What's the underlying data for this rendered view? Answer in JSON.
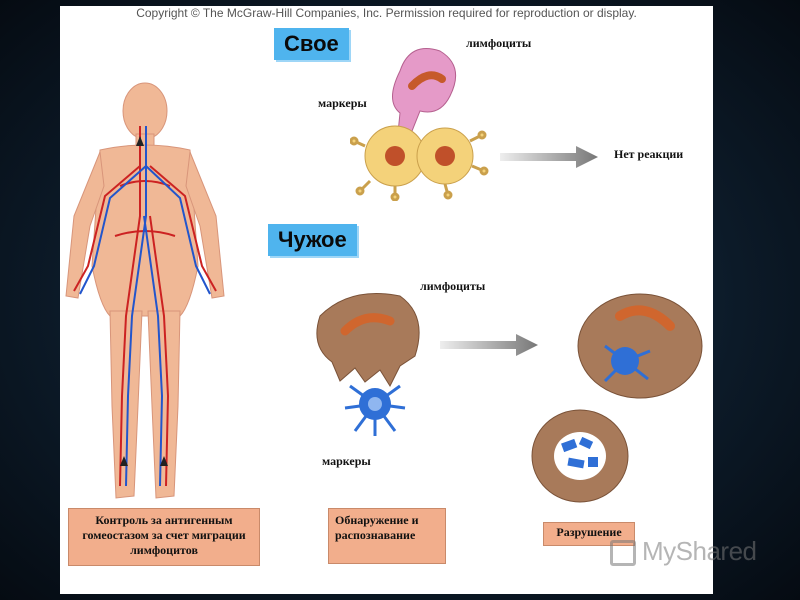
{
  "copyright": "Copyright © The McGraw-Hill Companies, Inc. Permission required for reproduction or display.",
  "self_panel": {
    "title": "Свое",
    "label_lymphocytes": "лимфоциты",
    "label_markers": "маркеры",
    "result": "Нет реакции"
  },
  "foreign_panel": {
    "title": "Чужое",
    "label_lymphocytes": "лимфоциты",
    "label_markers": "маркеры"
  },
  "captions": {
    "control": "Контроль за антигенным гомеостазом за счет миграции лимфоцитов",
    "detection": "Обнаружение и распознавание",
    "destruction": "Разрушение"
  },
  "watermark": "MyShared",
  "colors": {
    "title_bg": "#4fb4ee",
    "caption_bg": "#f2ae8c",
    "self_lymphocyte": "#e59ac8",
    "self_cell": "#f4d27a",
    "foreign_lymphocyte": "#a87a5a",
    "marker_cell": "#2f6fd6",
    "body": "#f0b896"
  }
}
